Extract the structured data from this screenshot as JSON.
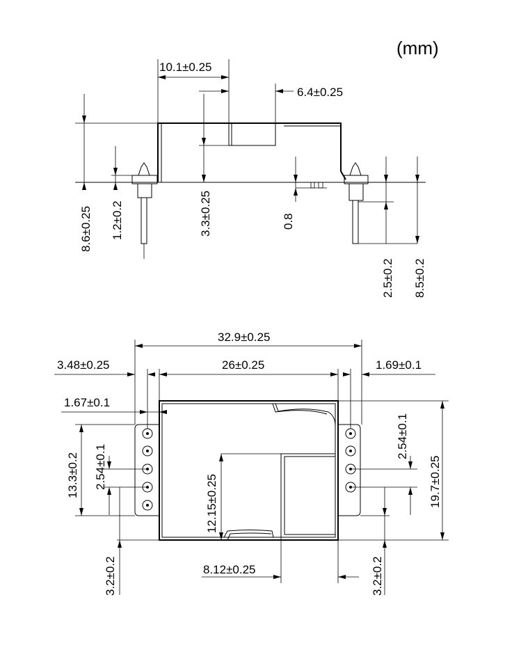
{
  "unit": "(mm)",
  "side_view": {
    "dims": {
      "width_10_1": "10.1±0.25",
      "width_6_4": "6.4±0.25",
      "height_8_6": "8.6±0.25",
      "height_1_2": "1.2±0.2",
      "height_3_3": "3.3±0.25",
      "gap_0_8": "0.8",
      "pin_2_5": "2.5±0.2",
      "pin_8_5": "8.5±0.2"
    }
  },
  "top_view": {
    "dims": {
      "overall_width": "32.9±0.25",
      "body_width": "26±0.25",
      "left_offset": "3.48±0.25",
      "right_offset": "1.69±0.1",
      "pin_col_offset": "1.67±0.1",
      "pin_span_height": "13.3±0.2",
      "left_pitch": "2.54±0.1",
      "right_pitch": "2.54±0.1",
      "inner_height": "12.15±0.25",
      "overall_height": "19.7±0.25",
      "left_bottom": "3.2±0.2",
      "right_bottom": "3.2±0.2",
      "window_width": "8.12±0.25"
    }
  }
}
